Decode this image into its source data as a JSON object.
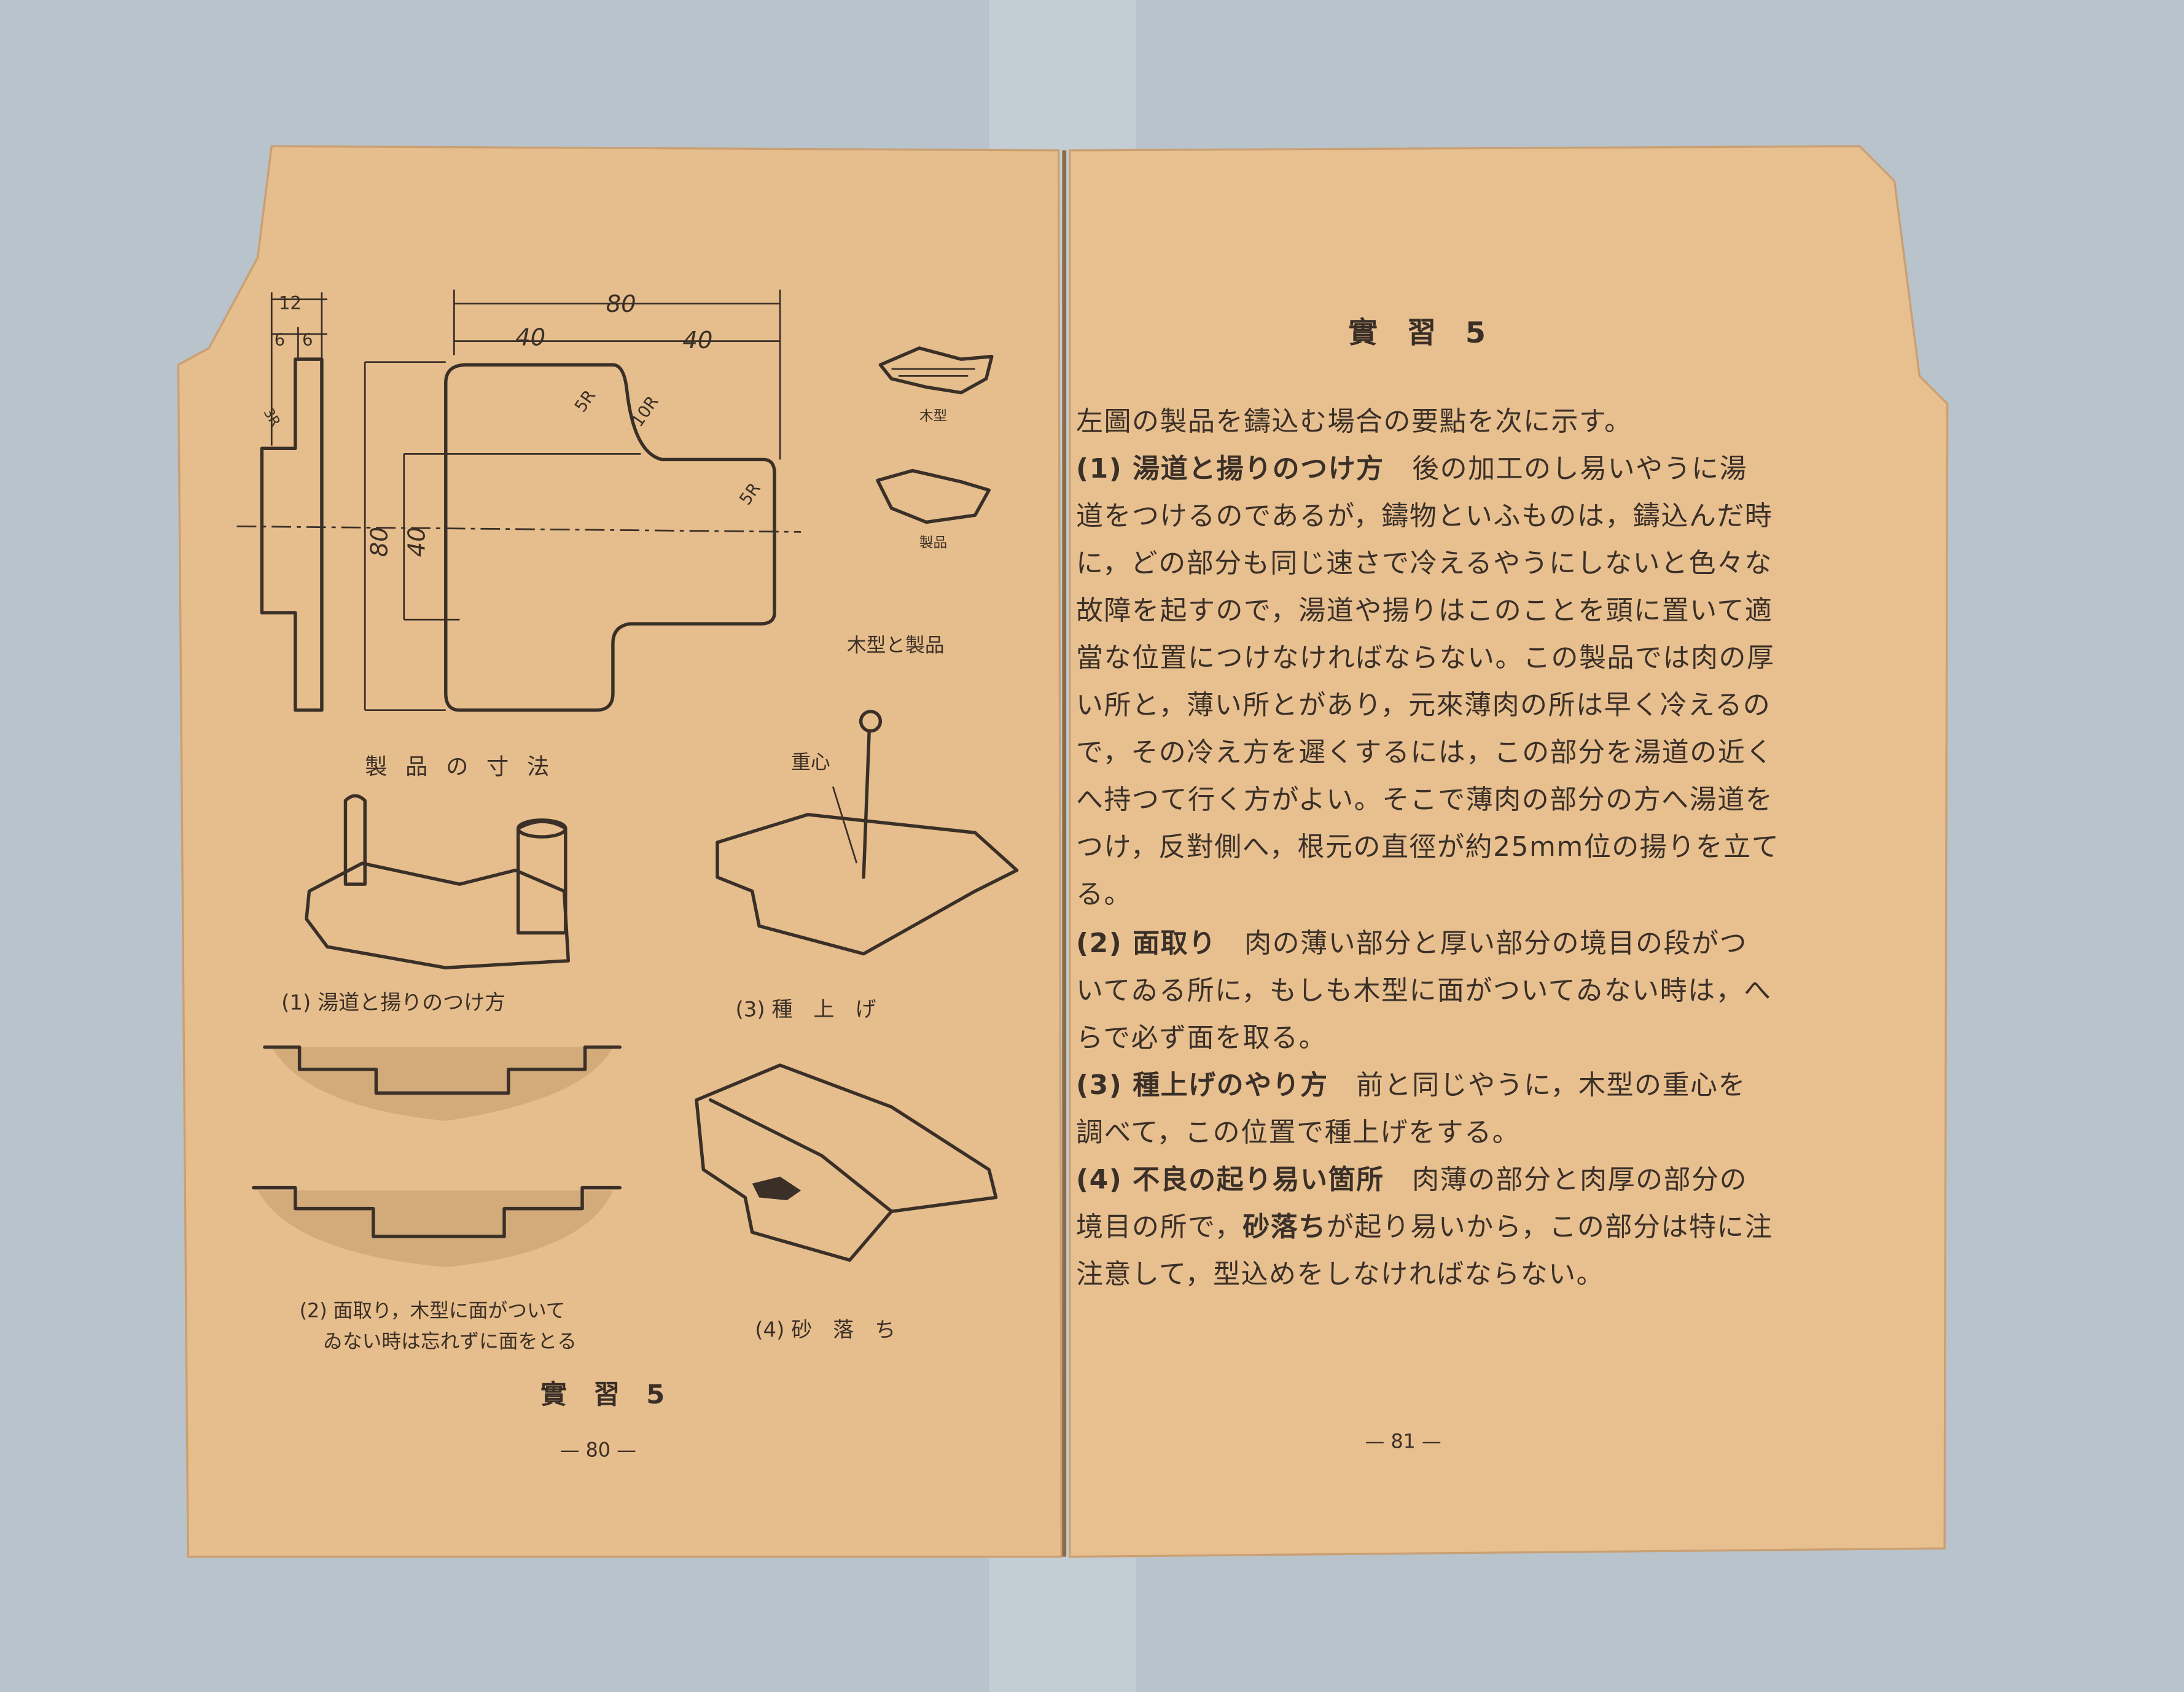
{
  "left_page": {
    "figure_labels": {
      "dim_12": "12",
      "dim_6a": "6",
      "dim_6b": "6",
      "dim_80_top": "80",
      "dim_40_left": "40",
      "dim_40_right": "40",
      "dim_5r_a": "5R",
      "dim_10r": "10R",
      "dim_5r_b": "5R",
      "dim_3r": "3R",
      "dim_80_side": "80",
      "dim_40_side": "40",
      "pattern_small": "木型",
      "product_small": "製品",
      "center_of_gravity": "重心"
    },
    "captions": {
      "dimensions": "製 品 の 寸 法",
      "pattern_and_product": "木型と製品",
      "fig1": "(1) 湯道と揚りのつけ方",
      "fig3": "(3) 種　上　げ",
      "fig2_line1": "(2) 面取り，木型に面がついて",
      "fig2_line2": "ゐない時は忘れずに面をとる",
      "fig4": "(4) 砂　落　ち"
    },
    "footer_title": "實　習　5",
    "page_number": "— 80 —"
  },
  "right_page": {
    "title": "實　習　5",
    "lines": [
      {
        "bold": "",
        "text": "左圖の製品を鑄込む場合の要點を次に示す。"
      },
      {
        "bold": "(1) 湯道と揚りのつけ方",
        "text": "　後の加工のし易いやうに湯"
      },
      {
        "bold": "",
        "text": "道をつけるのであるが，鑄物といふものは，鑄込んだ時"
      },
      {
        "bold": "",
        "text": "に，どの部分も同じ速さで冷えるやうにしないと色々な"
      },
      {
        "bold": "",
        "text": "故障を起すので，湯道や揚りはこのことを頭に置いて適"
      },
      {
        "bold": "",
        "text": "當な位置につけなければならない。この製品では肉の厚"
      },
      {
        "bold": "",
        "text": "い所と，薄い所とがあり，元來薄肉の所は早く冷えるの"
      },
      {
        "bold": "",
        "text": "で，その冷え方を遲くするには，この部分を湯道の近く"
      },
      {
        "bold": "",
        "text": "へ持つて行く方がよい。そこで薄肉の部分の方へ湯道を"
      },
      {
        "bold": "",
        "text": "つけ，反對側へ，根元の直徑が約25mm位の揚りを立て"
      },
      {
        "bold": "",
        "text": "る。"
      },
      {
        "bold": "(2) 面取り",
        "text": "　肉の薄い部分と厚い部分の境目の段がつ"
      },
      {
        "bold": "",
        "text": "いてゐる所に，もしも木型に面がついてゐない時は，へ"
      },
      {
        "bold": "",
        "text": "らで必ず面を取る。"
      },
      {
        "bold": "(3) 種上げのやり方",
        "text": "　前と同じやうに，木型の重心を"
      },
      {
        "bold": "",
        "text": "調べて，この位置で種上げをする。"
      },
      {
        "bold": "(4) 不良の起り易い箇所",
        "text": "　肉薄の部分と肉厚の部分の"
      },
      {
        "bold": "",
        "text": "境目の所で，"
      },
      {
        "bold": "",
        "text": "注意して，型込めをしなければならない。"
      }
    ],
    "line18_bold": "砂落ち",
    "line18_rest": "が起り易いから，この部分は特に注",
    "page_number": "— 81 —"
  },
  "colors": {
    "background": "#b8c3cc",
    "paper": "#e6bd8c",
    "ink": "#3a3028"
  }
}
